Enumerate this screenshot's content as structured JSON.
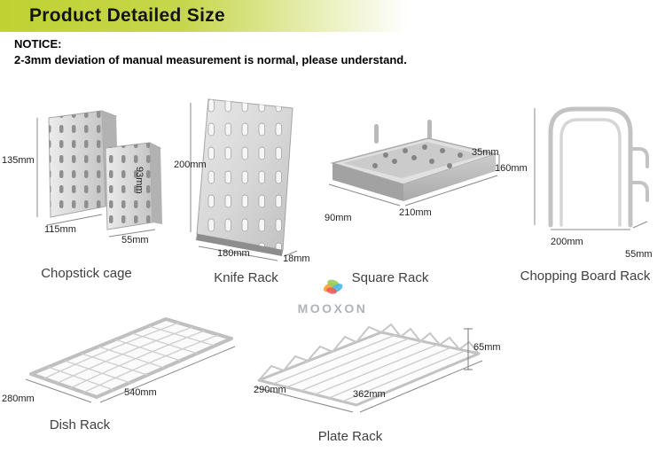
{
  "header": {
    "title": "Product Detailed Size"
  },
  "notice": {
    "label": "NOTICE:",
    "text": "2-3mm deviation of manual measurement is normal, please understand."
  },
  "brand": {
    "name": "MOOXON"
  },
  "products": [
    {
      "name": "Chopstick cage",
      "dims": {
        "height": "135mm",
        "inner_height": "93mm",
        "width": "115mm",
        "depth": "55mm"
      }
    },
    {
      "name": "Knife Rack",
      "dims": {
        "height": "200mm",
        "width": "180mm",
        "thickness": "18mm"
      }
    },
    {
      "name": "Square Rack",
      "dims": {
        "height": "35mm",
        "depth": "90mm",
        "width": "210mm"
      }
    },
    {
      "name": "Chopping Board Rack",
      "dims": {
        "height": "160mm",
        "width": "200mm",
        "depth": "55mm"
      }
    },
    {
      "name": "Dish Rack",
      "dims": {
        "depth": "280mm",
        "width": "540mm"
      }
    },
    {
      "name": "Plate Rack",
      "dims": {
        "depth": "290mm",
        "width": "362mm",
        "height": "65mm"
      }
    }
  ]
}
